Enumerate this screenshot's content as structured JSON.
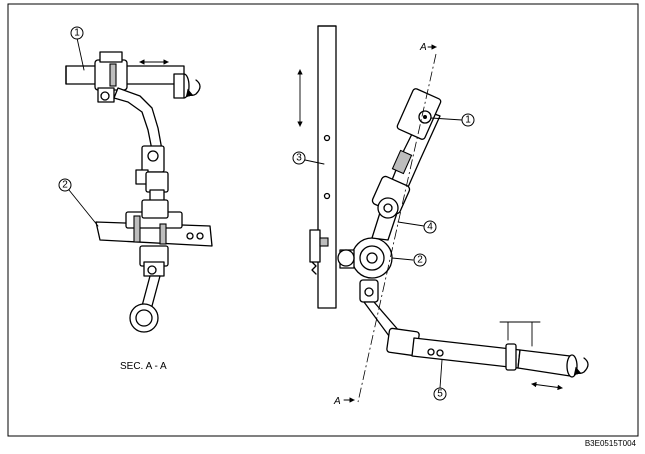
{
  "section_label": "SEC. A - A",
  "section_marker": "A",
  "figure_code": "B3E0515T004",
  "callouts": {
    "c1": "1",
    "c2": "2",
    "c3": "3",
    "c4": "4",
    "c5": "5"
  },
  "icons": [
    "double-arrow-icon",
    "rotation-arrow-icon"
  ]
}
